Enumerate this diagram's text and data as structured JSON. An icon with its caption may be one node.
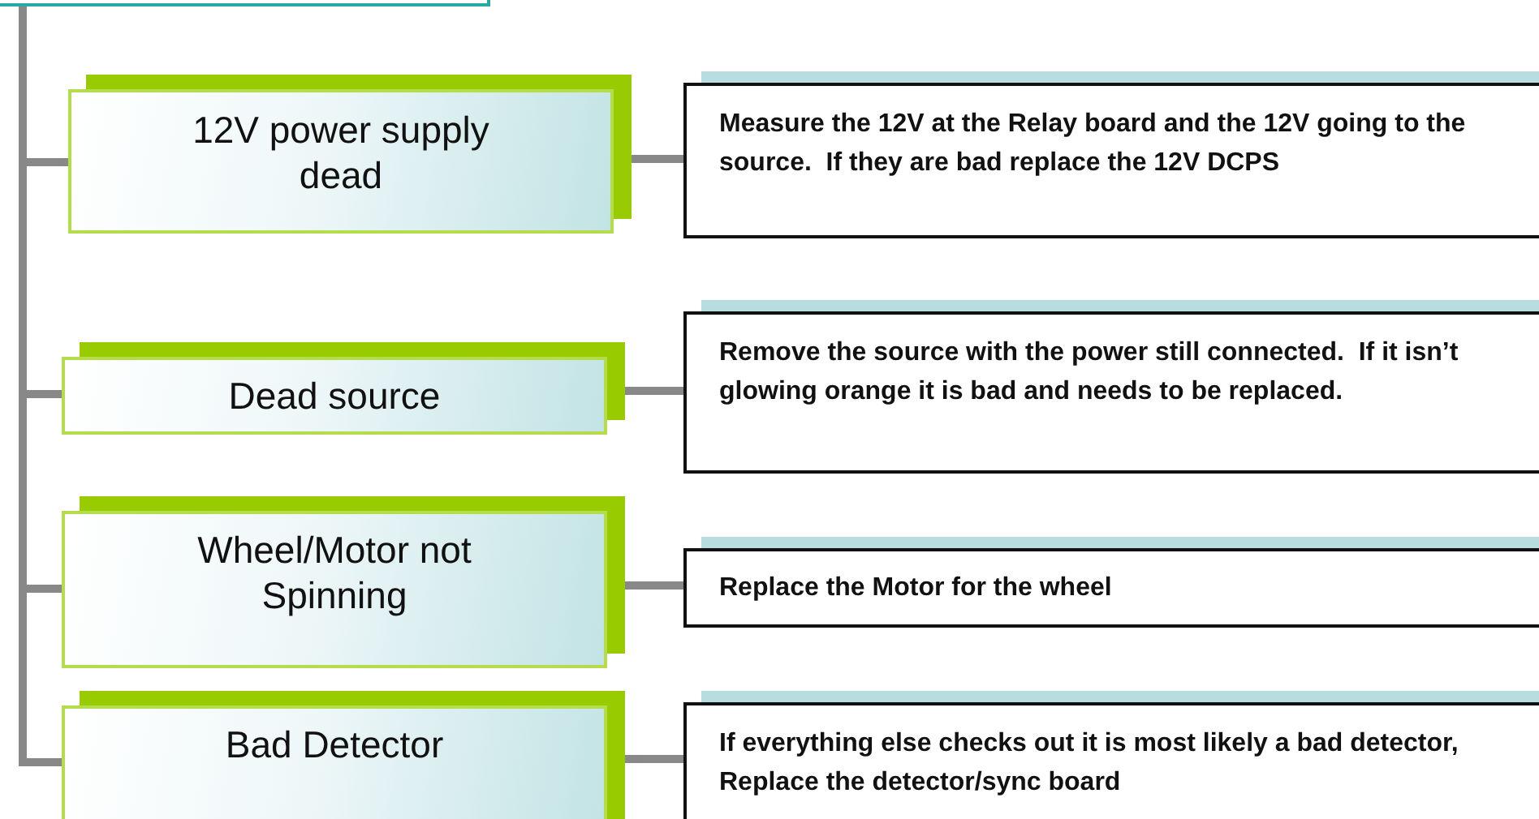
{
  "diagram": {
    "nodes": [
      {
        "text": [],
        "shape": "box"
      },
      {
        "text": [
          "12V power supply dead"
        ]
      },
      {
        "text": [
          "Measure the 12V at the Relay board and the 12V going to the source.  If they are bad replace the 12V DCPS"
        ]
      },
      {
        "text": [
          "Dead source"
        ]
      },
      {
        "text": [
          "Remove the source with the power still connected.  If it isn’t glowing orange it is bad and needs to be replaced."
        ]
      },
      {
        "text": [
          "Wheel/Motor not Spinning"
        ]
      },
      {
        "text": [
          "Replace the Motor for the wheel"
        ]
      },
      {
        "text": [
          "Bad Detector"
        ]
      },
      {
        "text": [
          "If everything else checks out it is most likely a bad detector, Replace the detector/sync board"
        ]
      }
    ],
    "edges": [
      {
        "from": 0,
        "to": 1,
        "arrow": "none"
      },
      {
        "from": 0,
        "to": 3,
        "arrow": "none"
      },
      {
        "from": 0,
        "to": 5,
        "arrow": "none"
      },
      {
        "from": 0,
        "to": 7,
        "arrow": "none"
      },
      {
        "from": 1,
        "to": 2,
        "arrow": "none"
      },
      {
        "from": 3,
        "to": 4,
        "arrow": "none"
      },
      {
        "from": 5,
        "to": 6,
        "arrow": "none"
      },
      {
        "from": 7,
        "to": 8,
        "arrow": "none"
      }
    ]
  }
}
